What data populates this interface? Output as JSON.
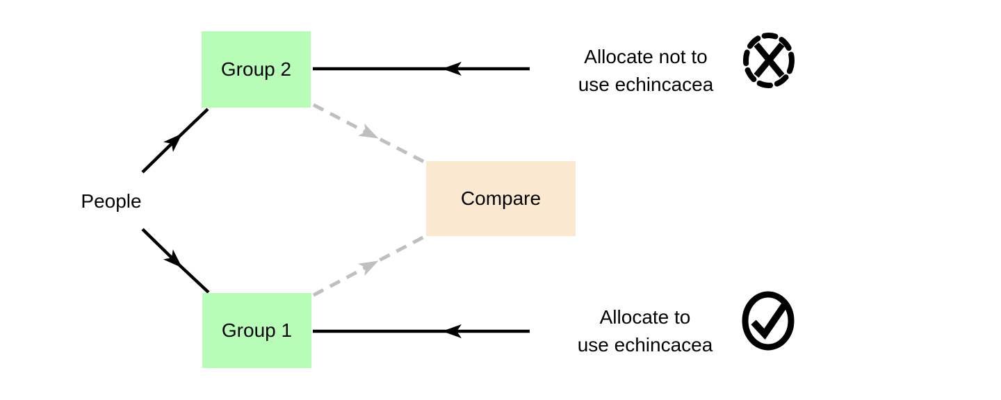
{
  "diagram": {
    "nodes": {
      "people": {
        "label": "People"
      },
      "group2": {
        "label": "Group 2"
      },
      "group1": {
        "label": "Group 1"
      },
      "compare": {
        "label": "Compare"
      }
    },
    "annotations": {
      "control": {
        "line1": "Allocate not to",
        "line2": "use echincacea",
        "icon": "cross-circle-dashed"
      },
      "treatment": {
        "line1": "Allocate to",
        "line2": "use echincacea",
        "icon": "check-circle"
      }
    },
    "edges": [
      {
        "from": "People",
        "to": "Group 2",
        "style": "solid-black"
      },
      {
        "from": "People",
        "to": "Group 1",
        "style": "solid-black"
      },
      {
        "from": "Group 2",
        "to": "Compare",
        "style": "dashed-gray"
      },
      {
        "from": "Group 1",
        "to": "Compare",
        "style": "dashed-gray"
      },
      {
        "from": "Allocate not to use echincacea",
        "to": "Group 2",
        "style": "solid-black"
      },
      {
        "from": "Allocate to use echincacea",
        "to": "Group 1",
        "style": "solid-black"
      }
    ],
    "colors": {
      "group_box_fill": "#b7fcb7",
      "compare_box_fill": "#fae8d0",
      "solid_arrow": "#000000",
      "dashed_arrow": "#bfbfbf",
      "icon_stroke": "#000000"
    }
  }
}
